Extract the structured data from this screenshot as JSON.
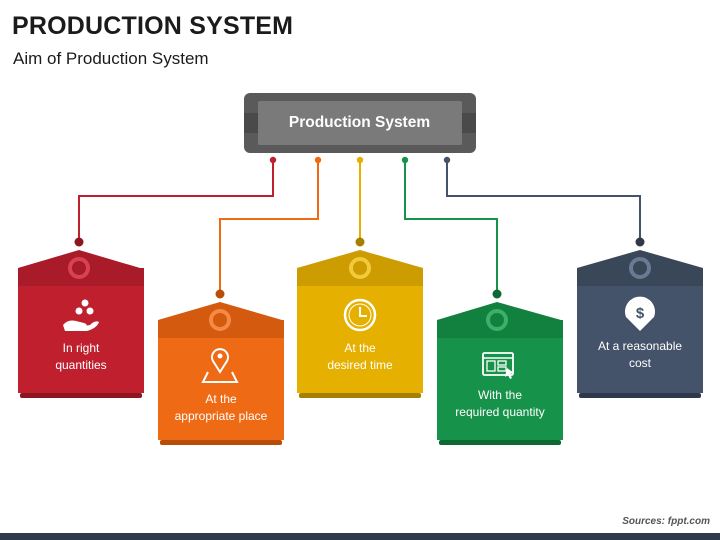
{
  "header": {
    "title": "PRODUCTION SYSTEM",
    "subtitle": "Aim of Production System"
  },
  "hub": {
    "label": "Production System"
  },
  "tags": [
    {
      "line1": "In right",
      "line2": "quantities",
      "icon": "hand-coins-icon",
      "color": "#c0202e",
      "dark": "#8e1621"
    },
    {
      "line1": "At the",
      "line2": "appropriate place",
      "icon": "location-pin-map-icon",
      "color": "#ee6a14",
      "dark": "#b84d08"
    },
    {
      "line1": "At the",
      "line2": "desired time",
      "icon": "clock-icon",
      "color": "#e6b000",
      "dark": "#a88000"
    },
    {
      "line1": "With the",
      "line2": "required quantity",
      "icon": "web-calculator-icon",
      "color": "#17924a",
      "dark": "#0e6832"
    },
    {
      "line1": "At a reasonable",
      "line2": "cost",
      "icon": "dollar-down-icon",
      "color": "#44536a",
      "dark": "#2e3a4c"
    }
  ],
  "footer": {
    "source": "Sources: fppt.com",
    "bar_color": "#2e3a4c"
  }
}
